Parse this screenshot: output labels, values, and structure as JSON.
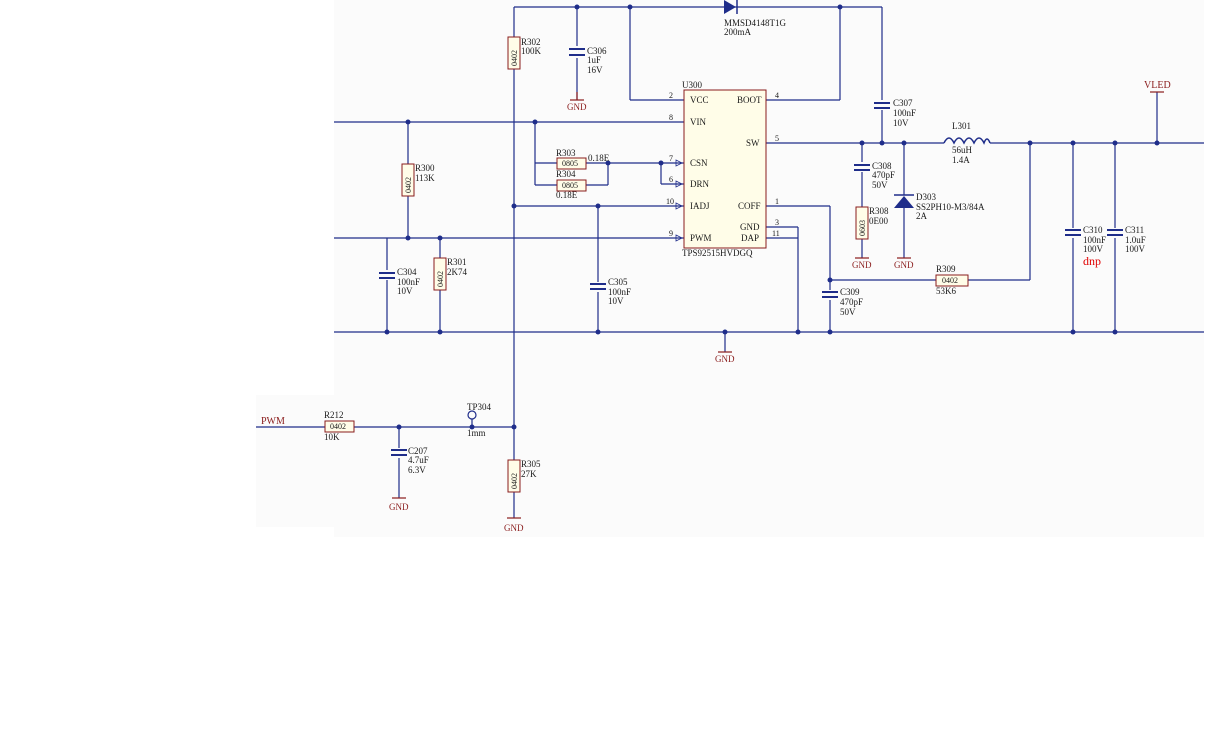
{
  "ic": {
    "ref": "U300",
    "part": "TPS92515HVDGQ",
    "pins": {
      "vcc": {
        "name": "VCC",
        "num": "2"
      },
      "vin": {
        "name": "VIN",
        "num": "8"
      },
      "csn": {
        "name": "CSN",
        "num": "7"
      },
      "drn": {
        "name": "DRN",
        "num": "6"
      },
      "iadj": {
        "name": "IADJ",
        "num": "10"
      },
      "pwm": {
        "name": "PWM",
        "num": "9"
      },
      "boot": {
        "name": "BOOT",
        "num": "4"
      },
      "sw": {
        "name": "SW",
        "num": "5"
      },
      "coff": {
        "name": "COFF",
        "num": "1"
      },
      "gnd": {
        "name": "GND",
        "num": "3"
      },
      "dap": {
        "name": "DAP",
        "num": "11"
      }
    }
  },
  "components": {
    "r302": {
      "ref": "R302",
      "value": "100K",
      "pkg": "0402"
    },
    "c306": {
      "ref": "C306",
      "value": "1uF",
      "rating": "16V"
    },
    "d_top": {
      "ref": "MMSD4148T1G",
      "value": "200mA"
    },
    "c307": {
      "ref": "C307",
      "value": "100nF",
      "rating": "10V"
    },
    "r303": {
      "ref": "R303",
      "value": "0.18E",
      "pkg": "0805"
    },
    "r304": {
      "ref": "R304",
      "value": "0.18E",
      "pkg": "0805"
    },
    "r300": {
      "ref": "R300",
      "value": "113K",
      "pkg": "0402"
    },
    "r301": {
      "ref": "R301",
      "value": "2K74",
      "pkg": "0402"
    },
    "c304": {
      "ref": "C304",
      "value": "100nF",
      "rating": "10V"
    },
    "c305": {
      "ref": "C305",
      "value": "100nF",
      "rating": "10V"
    },
    "l301": {
      "ref": "L301",
      "value": "56uH",
      "rating": "1.4A"
    },
    "c308": {
      "ref": "C308",
      "value": "470pF",
      "rating": "50V"
    },
    "r308": {
      "ref": "R308",
      "value": "0E00",
      "pkg": "0603"
    },
    "d303": {
      "ref": "D303",
      "value": "SS2PH10-M3/84A",
      "rating": "2A"
    },
    "r309": {
      "ref": "R309",
      "value": "53K6",
      "pkg": "0402"
    },
    "c309": {
      "ref": "C309",
      "value": "470pF",
      "rating": "50V"
    },
    "c310": {
      "ref": "C310",
      "value": "100nF",
      "rating": "100V"
    },
    "c311": {
      "ref": "C311",
      "value": "1.0uF",
      "rating": "100V"
    },
    "dnp": "dnp",
    "r212": {
      "ref": "R212",
      "value": "10K",
      "pkg": "0402"
    },
    "c207": {
      "ref": "C207",
      "value": "4.7uF",
      "rating": "6.3V"
    },
    "tp304": {
      "ref": "TP304",
      "value": "1mm"
    },
    "r305": {
      "ref": "R305",
      "value": "27K",
      "pkg": "0402"
    }
  },
  "nets": {
    "vled": "VLED",
    "pwm_in": "PWM",
    "gnd": "GND"
  }
}
